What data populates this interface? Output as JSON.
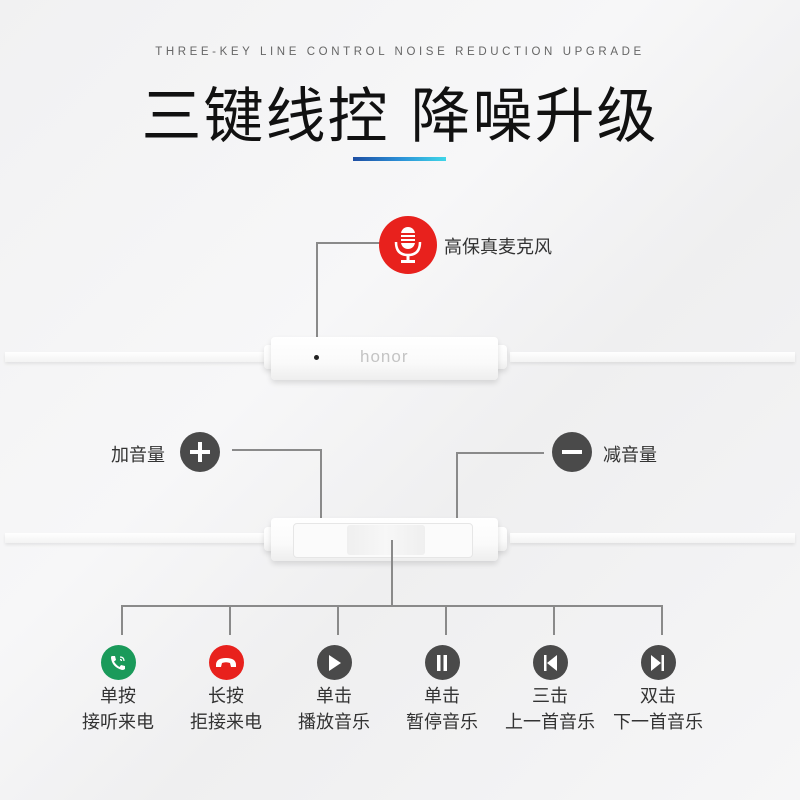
{
  "header": {
    "subtitle": "THREE-KEY LINE CONTROL NOISE REDUCTION UPGRADE",
    "title": "三键线控 降噪升级",
    "accent_gradient": [
      "#1e4fa3",
      "#3fd6e8"
    ]
  },
  "microphone": {
    "icon": "microphone-icon",
    "label": "高保真麦克风",
    "color": "#e8211d",
    "brand_logo": "honor"
  },
  "volume": {
    "up": {
      "icon": "plus-icon",
      "label": "加音量"
    },
    "down": {
      "icon": "minus-icon",
      "label": "减音量"
    },
    "button_color": "#4a4a4a"
  },
  "functions": [
    {
      "icon": "phone-answer-icon",
      "color": "#1a9a5a",
      "action": "单按",
      "desc": "接听来电"
    },
    {
      "icon": "phone-hangup-icon",
      "color": "#e8211d",
      "action": "长按",
      "desc": "拒接来电"
    },
    {
      "icon": "play-icon",
      "color": "#4a4a4a",
      "action": "单击",
      "desc": "播放音乐"
    },
    {
      "icon": "pause-icon",
      "color": "#4a4a4a",
      "action": "单击",
      "desc": "暂停音乐"
    },
    {
      "icon": "previous-track-icon",
      "color": "#4a4a4a",
      "action": "三击",
      "desc": "上一首音乐"
    },
    {
      "icon": "next-track-icon",
      "color": "#4a4a4a",
      "action": "双击",
      "desc": "下一首音乐"
    }
  ]
}
